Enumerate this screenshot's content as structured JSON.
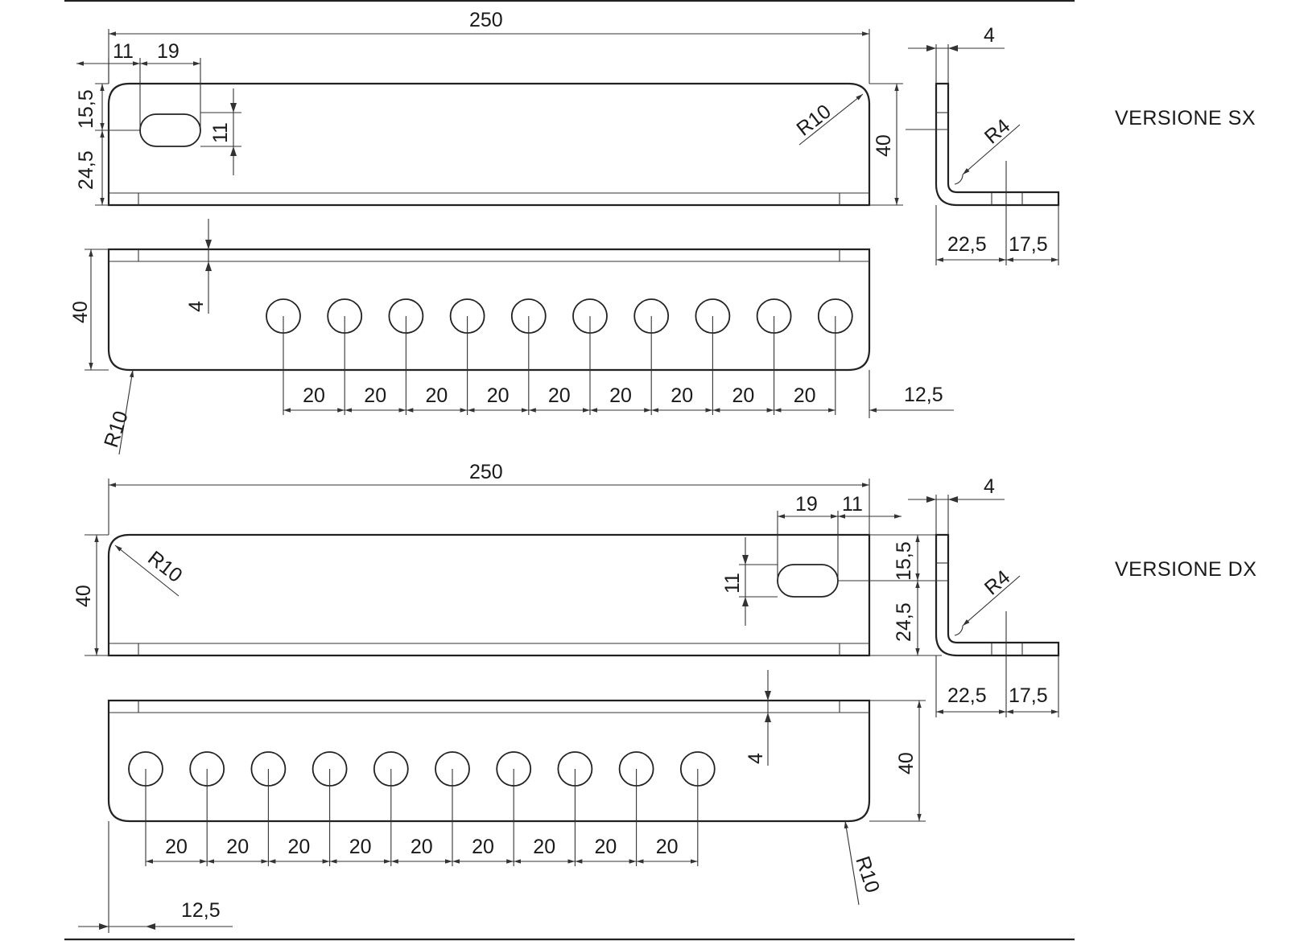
{
  "versions": [
    {
      "label": "VERSIONE SX",
      "top_view": {
        "length": "250",
        "slot_offset": "11",
        "slot_length": "19",
        "slot_width": "11",
        "slot_top": "15,5",
        "slot_bottom": "24,5",
        "height": "40",
        "corner_radius": "R10"
      },
      "side_view": {
        "thickness": "4",
        "bend_radius": "R4",
        "leg_a": "22,5",
        "leg_b": "17,5"
      },
      "front_view": {
        "height": "40",
        "flange": "4",
        "corner_radius": "R10",
        "pitch": [
          "20",
          "20",
          "20",
          "20",
          "20",
          "20",
          "20",
          "20",
          "20"
        ],
        "end_offset": "12,5"
      }
    },
    {
      "label": "VERSIONE DX",
      "top_view": {
        "length": "250",
        "slot_offset": "11",
        "slot_length": "19",
        "slot_width": "11",
        "slot_top": "15,5",
        "slot_bottom": "24,5",
        "height": "40",
        "corner_radius": "R10"
      },
      "side_view": {
        "thickness": "4",
        "bend_radius": "R4",
        "leg_a": "22,5",
        "leg_b": "17,5"
      },
      "front_view": {
        "height": "40",
        "flange": "4",
        "corner_radius": "R10",
        "pitch": [
          "20",
          "20",
          "20",
          "20",
          "20",
          "20",
          "20",
          "20",
          "20"
        ],
        "end_offset": "12,5"
      }
    }
  ]
}
